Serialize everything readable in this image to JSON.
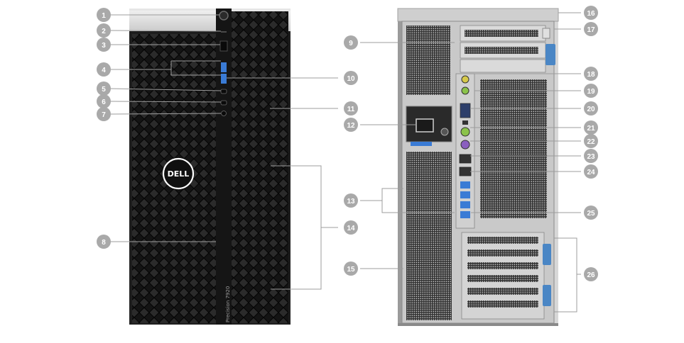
{
  "front": {
    "logo_text": "DELL",
    "model_text": "Precision 7920"
  },
  "callouts": [
    "1",
    "2",
    "3",
    "4",
    "5",
    "6",
    "7",
    "8",
    "9",
    "10",
    "11",
    "12",
    "13",
    "14",
    "15",
    "16",
    "17",
    "18",
    "19",
    "20",
    "21",
    "22",
    "23",
    "24",
    "25",
    "26"
  ],
  "colors": {
    "callout_fill": "#a9a9a9",
    "leader_line": "#9c9c9c",
    "chassis_front": "#1c1c1c",
    "chassis_rear": "#b8b8b8",
    "port_blue": "#3a7bd5",
    "port_green": "#8bc34a",
    "port_purple": "#8b5fbf",
    "port_yellow": "#d6c94a",
    "latch_blue": "#4a86c5"
  }
}
